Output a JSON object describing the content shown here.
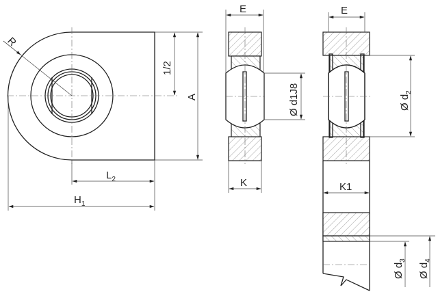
{
  "labels": {
    "radius": "R",
    "half": "1/2",
    "height": "A",
    "length": "L",
    "length_sub": "2",
    "total_length": "H",
    "total_length_sub": "1",
    "width_left": "E",
    "width_right": "E",
    "k": "K",
    "k1": "K1",
    "bore": "Ø d1J8",
    "d2_prefix": "Ø d",
    "d2_sub": "2",
    "d3_prefix": "Ø d",
    "d3_sub": "3",
    "d4_prefix": "Ø d",
    "d4_sub": "4"
  }
}
